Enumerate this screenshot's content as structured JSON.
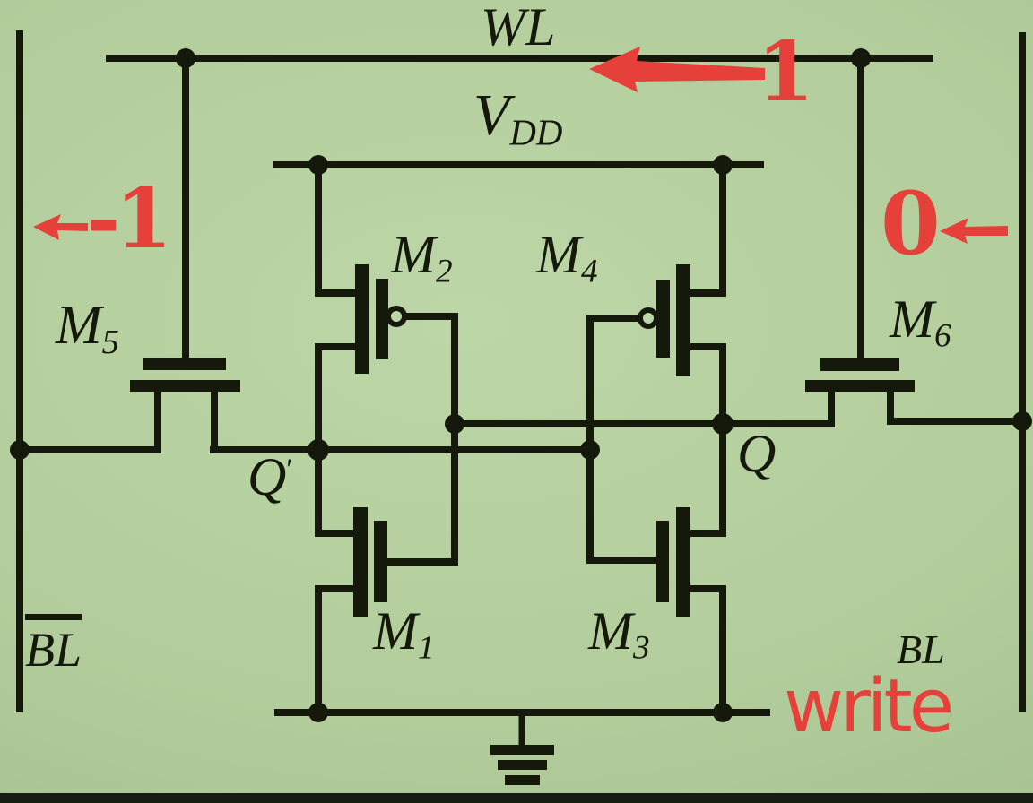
{
  "colors": {
    "ink": "#15190b",
    "red": "#e5413a",
    "bg_center": "#bdd6a7",
    "bg_edge": "#a2bd8c",
    "bottom_bar": "#171d12"
  },
  "labels": {
    "word_line": "WL",
    "supply_base": "V",
    "supply_sub": "DD",
    "node_q": "Q",
    "node_q_prime_base": "Q",
    "node_q_prime_mark": "′",
    "bitline_left": "BL",
    "bitline_right": "BL"
  },
  "transistors": {
    "m1": {
      "base": "M",
      "sub": "1"
    },
    "m2": {
      "base": "M",
      "sub": "2"
    },
    "m3": {
      "base": "M",
      "sub": "3"
    },
    "m4": {
      "base": "M",
      "sub": "4"
    },
    "m5": {
      "base": "M",
      "sub": "5"
    },
    "m6": {
      "base": "M",
      "sub": "6"
    }
  },
  "annotations": {
    "wl_value": "1",
    "bitline_left_value": "-1",
    "bitline_right_value": "0",
    "operation": "write"
  }
}
